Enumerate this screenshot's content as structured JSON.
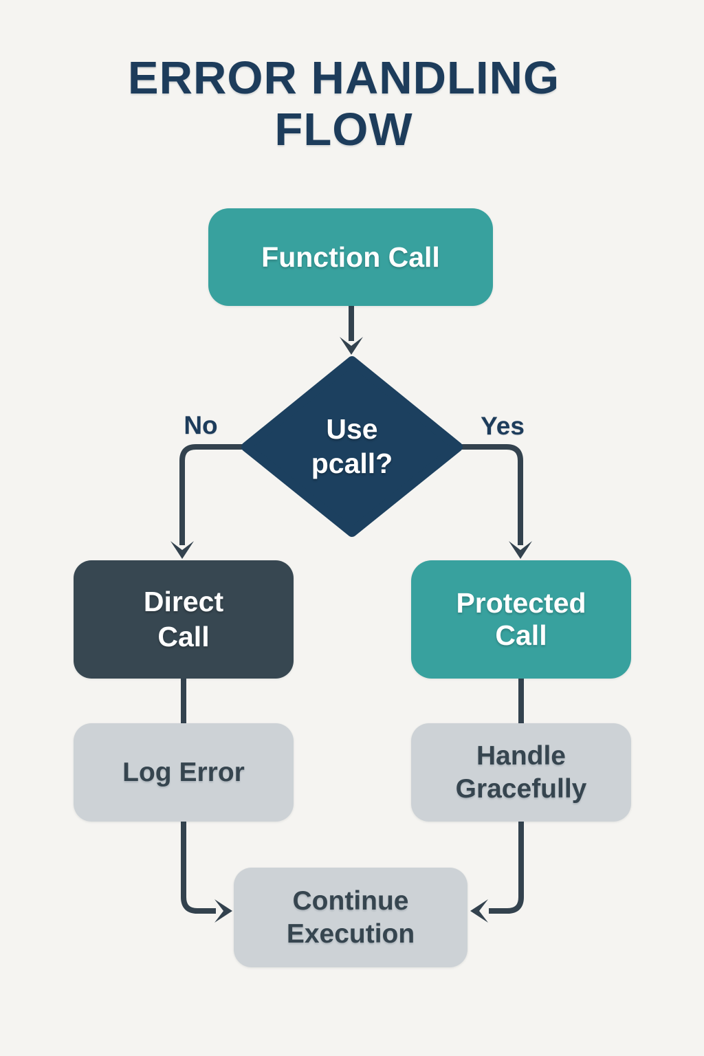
{
  "title": "ERROR HANDLING\nFLOW",
  "nodes": {
    "function_call": {
      "label": "Function Call",
      "type": "process",
      "color": "#38a19e"
    },
    "decision": {
      "label": "Use\npcall?",
      "type": "decision",
      "color": "#1c405f"
    },
    "direct_call": {
      "label": "Direct\nCall",
      "type": "process",
      "color": "#374751"
    },
    "protected_call": {
      "label": "Protected\nCall",
      "type": "process",
      "color": "#38a19e"
    },
    "log_error": {
      "label": "Log Error",
      "type": "process",
      "color": "#cdd2d6"
    },
    "handle_gracefully": {
      "label": "Handle\nGracefully",
      "type": "process",
      "color": "#cdd2d6"
    },
    "continue_execution": {
      "label": "Continue\nExecution",
      "type": "terminal",
      "color": "#cdd2d6"
    }
  },
  "edges": {
    "no_label": "No",
    "yes_label": "Yes",
    "flow": [
      "Function Call -> Use pcall?",
      "Use pcall? -No-> Direct Call",
      "Use pcall? -Yes-> Protected Call",
      "Direct Call -> Log Error",
      "Protected Call -> Handle Gracefully",
      "Log Error -> Continue Execution",
      "Handle Gracefully -> Continue Execution"
    ]
  },
  "colors": {
    "background": "#f5f4f1",
    "title_navy": "#1d3c5b",
    "diamond_navy": "#1c405f",
    "teal": "#38a19e",
    "slate": "#374751",
    "light_gray": "#cdd2d6",
    "connector": "#33424e",
    "text_on_dark": "#ffffff"
  }
}
